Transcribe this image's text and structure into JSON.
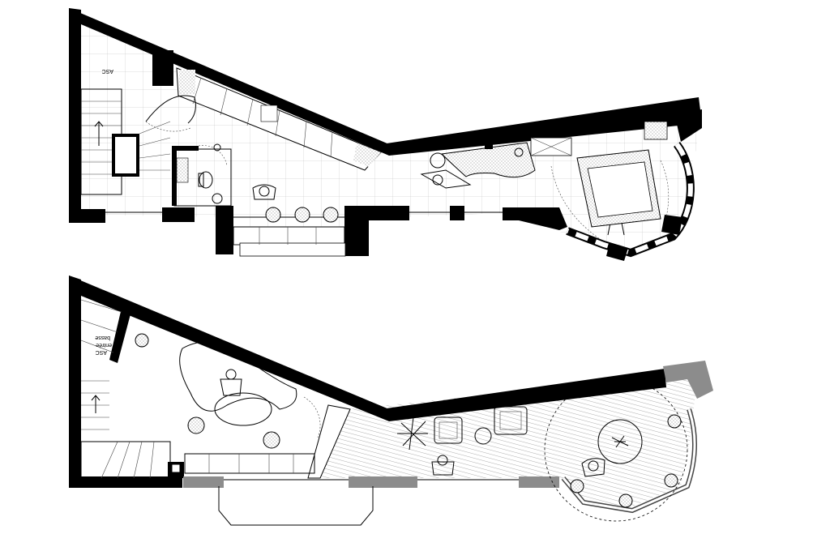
{
  "plan": {
    "upper": {
      "elevator_label": "ASC"
    },
    "lower": {
      "elevator_label_line1": "ASC",
      "elevator_label_line2": "entrée",
      "elevator_label_line3": "basse"
    },
    "colors": {
      "wall": "#000000",
      "gray_wall": "#8c8c8c",
      "floor_stripes": "#9a9a9a",
      "background": "#ffffff"
    },
    "icons": [
      "person-icon",
      "plant-icon",
      "armchair-icon",
      "stool-icon",
      "sink-icon",
      "toilet-icon",
      "bed-icon",
      "stair-icon",
      "table-icon"
    ]
  }
}
